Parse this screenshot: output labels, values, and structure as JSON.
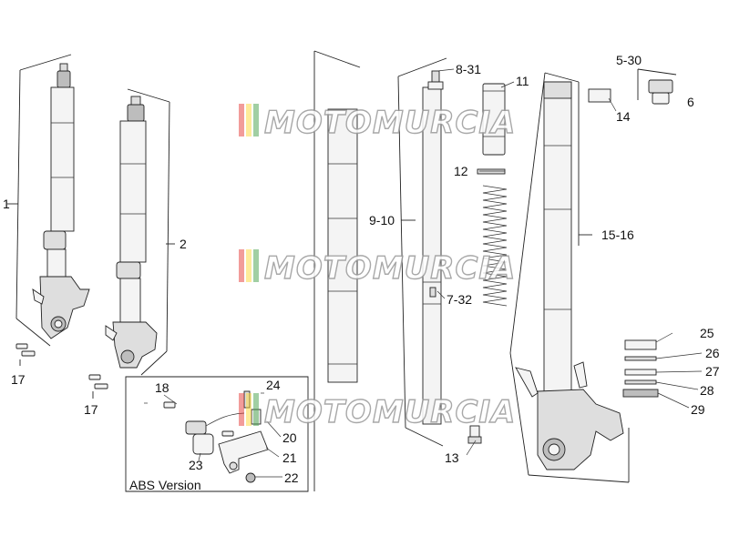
{
  "diagram": {
    "callouts": {
      "c1": "1",
      "c2": "2",
      "c17a": "17",
      "c17b": "17",
      "c8_31": "8-31",
      "c11": "11",
      "c12": "12",
      "c9_10": "9-10",
      "c7_32": "7-32",
      "c13": "13",
      "c15_16": "15-16",
      "c5_30": "5-30",
      "c6": "6",
      "c14": "14",
      "c25": "25",
      "c26": "26",
      "c27": "27",
      "c28": "28",
      "c29": "29",
      "c18": "18",
      "c24": "24",
      "c20": "20",
      "c21": "21",
      "c22": "22",
      "c23": "23"
    },
    "inset_title": "ABS Version",
    "watermark": "MOTOMURCIA",
    "watermark_colors": [
      "#e53935",
      "#fdd835",
      "#43a047"
    ]
  }
}
